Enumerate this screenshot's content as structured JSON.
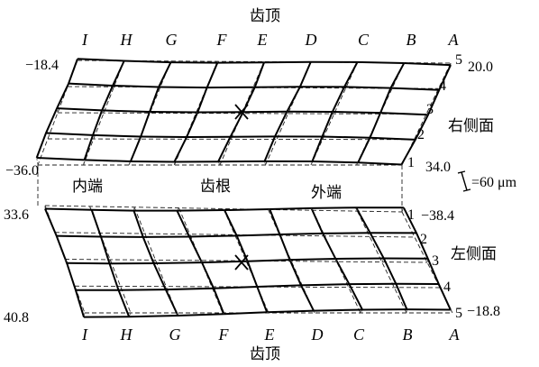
{
  "top_title": "齿顶",
  "bottom_title": "齿顶",
  "columns": [
    "I",
    "H",
    "G",
    "F",
    "E",
    "D",
    "C",
    "B",
    "A"
  ],
  "rows": [
    "1",
    "2",
    "3",
    "4",
    "5"
  ],
  "right_flank": {
    "label": "右侧面",
    "value_top_left": "−18.4",
    "value_top_right": "20.0",
    "value_bottom_left": "−36.0",
    "value_bottom_right": "34.0"
  },
  "left_flank": {
    "label": "左侧面",
    "value_top_left": "33.6",
    "value_top_right": "−38.4",
    "value_bottom_left": "40.8",
    "value_bottom_right": "−18.8"
  },
  "labels": {
    "inner_end": "内端",
    "root": "齿根",
    "outer_end": "外端",
    "scale": "=60 μm"
  }
}
